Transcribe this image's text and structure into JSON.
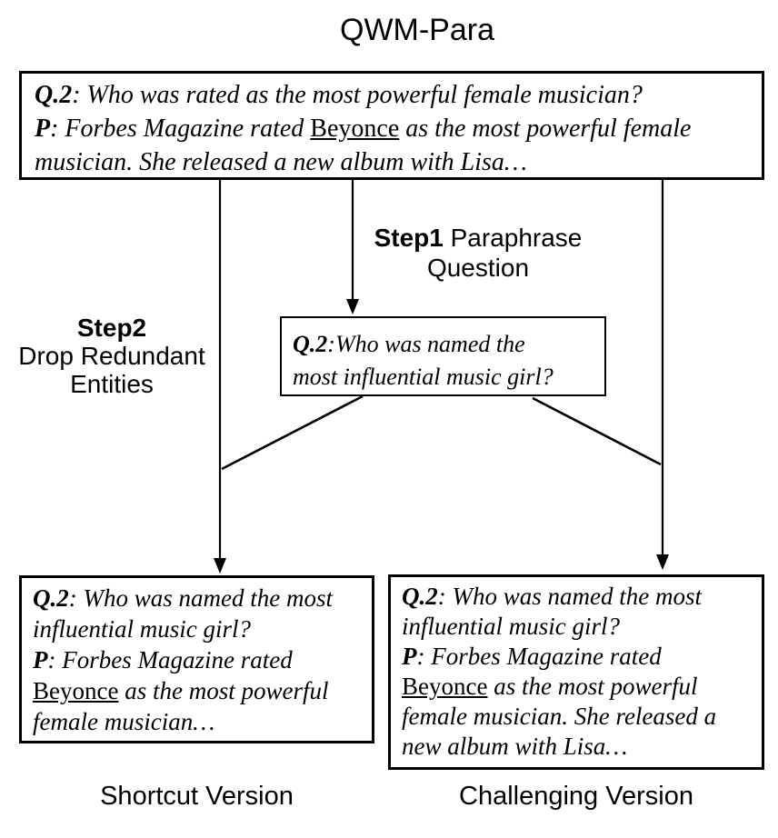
{
  "title": "QWM-Para",
  "colors": {
    "ink": "#000000",
    "background": "#ffffff"
  },
  "boxes": {
    "source": {
      "lines": [
        [
          {
            "t": "Q.2",
            "s": "b"
          },
          {
            "t": ": Who was rated as the most powerful female musician?",
            "s": ""
          }
        ],
        [
          {
            "t": "P",
            "s": "b"
          },
          {
            "t": ": Forbes Magazine rated ",
            "s": ""
          },
          {
            "t": "Beyonce",
            "s": "u"
          },
          {
            "t": " as the most powerful female",
            "s": ""
          }
        ],
        [
          {
            "t": "musician. She released a new album with Lisa…",
            "s": ""
          }
        ]
      ]
    },
    "paraphrased": {
      "lines": [
        [
          {
            "t": "Q.2",
            "s": "b"
          },
          {
            "t": ":Who was named the",
            "s": ""
          }
        ],
        [
          {
            "t": "most influential music girl?",
            "s": ""
          }
        ]
      ]
    },
    "shortcut": {
      "lines": [
        [
          {
            "t": "Q.2",
            "s": "b"
          },
          {
            "t": ": Who was named the most",
            "s": ""
          }
        ],
        [
          {
            "t": "influential music girl?",
            "s": ""
          }
        ],
        [
          {
            "t": "P",
            "s": "b"
          },
          {
            "t": ": Forbes Magazine rated",
            "s": ""
          }
        ],
        [
          {
            "t": "Beyonce",
            "s": "u"
          },
          {
            "t": " as the most powerful",
            "s": ""
          }
        ],
        [
          {
            "t": "female musician…",
            "s": ""
          }
        ]
      ]
    },
    "challenging": {
      "lines": [
        [
          {
            "t": "Q.2",
            "s": "b"
          },
          {
            "t": ": Who was named the most",
            "s": ""
          }
        ],
        [
          {
            "t": "influential music girl?",
            "s": ""
          }
        ],
        [
          {
            "t": "P",
            "s": "b"
          },
          {
            "t": ": Forbes Magazine rated",
            "s": ""
          }
        ],
        [
          {
            "t": "Beyonce",
            "s": "u"
          },
          {
            "t": " as the most powerful",
            "s": ""
          }
        ],
        [
          {
            "t": "female musician. She released a",
            "s": ""
          }
        ],
        [
          {
            "t": "new album with Lisa…",
            "s": ""
          }
        ]
      ]
    }
  },
  "labels": {
    "step1": {
      "bold": "Step1",
      "rest": " Paraphrase",
      "line2": "Question"
    },
    "step2": {
      "bold": "Step2",
      "line2": "Drop Redundant",
      "line3": "Entities"
    },
    "shortcut_caption": "Shortcut Version",
    "challenging_caption": "Challenging Version"
  }
}
